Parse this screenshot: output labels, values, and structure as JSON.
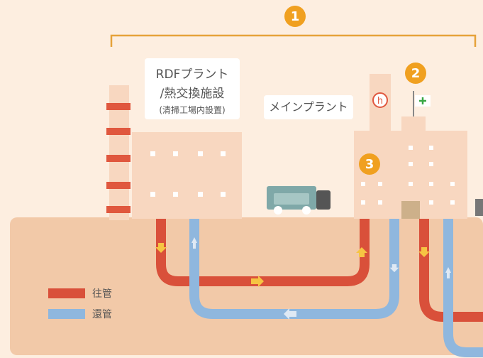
{
  "badges": {
    "b1": "1",
    "b2": "2",
    "b3": "3"
  },
  "labels": {
    "rdf_line1": "RDFプラント",
    "rdf_line2": "/熱交換施設",
    "rdf_line3": "(清掃工場内設置)",
    "main_plant": "メインプラント"
  },
  "legend": {
    "supply": {
      "label": "往管",
      "color": "#d9503a"
    },
    "return": {
      "label": "還管",
      "color": "#8fb7de"
    }
  },
  "colors": {
    "background": "#fdeee0",
    "ground": "#f2c9a8",
    "building": "#f8d7c0",
    "badge": "#f0a020",
    "truck": "#7fa8a8"
  },
  "icons": [
    "hospital-sign-icon",
    "green-cross-icon",
    "arrow-icons"
  ]
}
